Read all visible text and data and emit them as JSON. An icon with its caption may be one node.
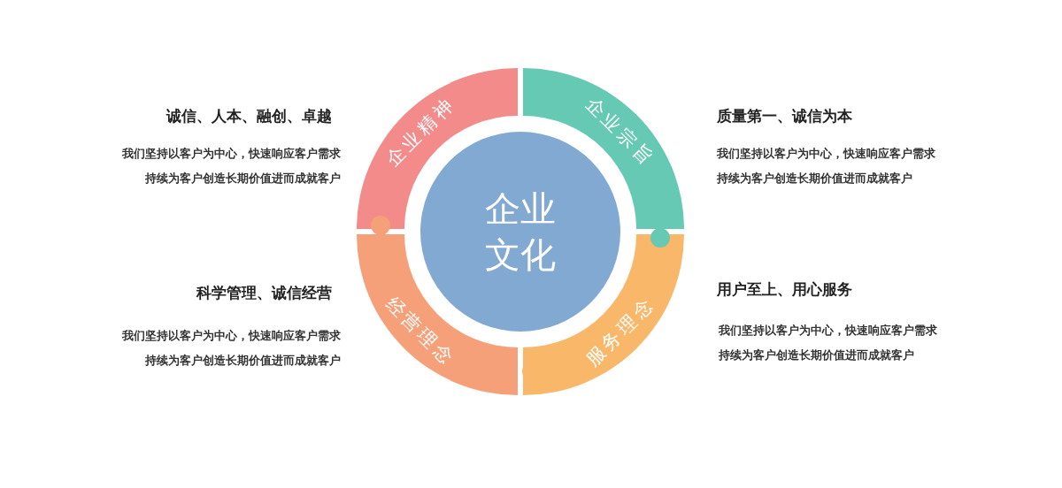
{
  "diagram": {
    "nodes": [
      {
        "text": [
          "企业文化"
        ]
      },
      {
        "text": [
          "企业精神"
        ],
        "beside": [
          "诚信、人本、融创、卓越",
          "我们坚持以客户为中心，快速响应客户需求持续为客户创造长期价值进而成就客户"
        ]
      },
      {
        "text": [
          "企业宗旨"
        ],
        "beside": [
          "质量第一、诚信为本",
          "我们坚持以客户为中心，快速响应客户需求持续为客户创造长期价值进而成就客户"
        ]
      },
      {
        "text": [
          "服务理念"
        ],
        "beside": [
          "用户至上、用心服务",
          "我们坚持以客户为中心，快速响应客户需求持续为客户创造长期价值进而成就客户"
        ]
      },
      {
        "text": [
          "经营理念"
        ],
        "beside": [
          "科学管理、诚信经营",
          "我们坚持以客户为中心，快速响应客户需求持续为客户创造长期价值进而成就客户"
        ]
      }
    ],
    "edges": []
  }
}
